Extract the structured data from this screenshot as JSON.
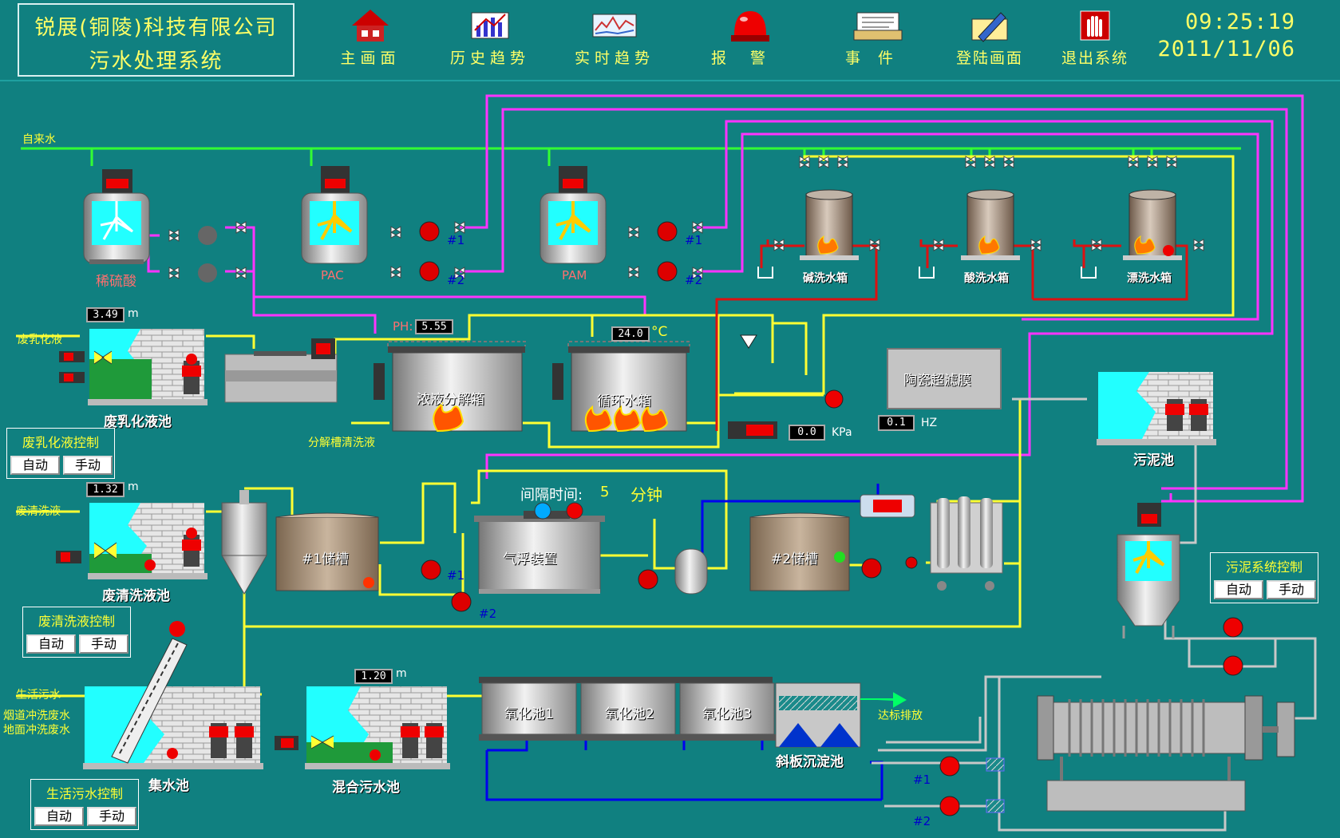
{
  "header": {
    "company": "锐展(铜陵)科技有限公司",
    "system": "污水处理系统",
    "nav": [
      {
        "label": "主画面",
        "icon": "house-icon"
      },
      {
        "label": "历史趋势",
        "icon": "history-chart-icon"
      },
      {
        "label": "实时趋势",
        "icon": "realtime-chart-icon"
      },
      {
        "label": "报警",
        "icon": "alarm-light-icon"
      },
      {
        "label": "事件",
        "icon": "printer-icon"
      },
      {
        "label": "登陆画面",
        "icon": "login-pen-icon"
      },
      {
        "label": "退出系统",
        "icon": "stop-hand-icon"
      }
    ],
    "time": "09:25:19",
    "date": "2011/11/06"
  },
  "lines": {
    "tap_water": "自来水",
    "waste_emulsion": "废乳化液",
    "waste_rinse": "废清洗液",
    "domestic_sewage": "生活污水",
    "flue_wash": "烟道冲洗废水",
    "floor_wash": "地面冲洗废水",
    "tank_rinse": "分解槽清洗液",
    "discharge": "达标排放"
  },
  "dosing": {
    "acid": "稀硫酸",
    "pac": "PAC",
    "pam": "PAM",
    "pump1": "#1",
    "pump2": "#2"
  },
  "wash_tanks": {
    "alkali": "碱洗水箱",
    "acid": "酸洗水箱",
    "rinse": "漂洗水箱"
  },
  "process": {
    "emulsion_pool": "废乳化液池",
    "decompose_tank": "浓液分解箱",
    "circ_tank": "循环水箱",
    "membrane": "陶瓷超滤膜",
    "sludge_pool": "污泥池",
    "rinse_pool": "废清洗液池",
    "storage1": "#1储槽",
    "float_unit": "气浮装置",
    "storage2": "#2储槽",
    "collect_pool": "集水池",
    "mixed_pool": "混合污水池",
    "ox1": "氧化池1",
    "ox2": "氧化池2",
    "ox3": "氧化池3",
    "settler": "斜板沉淀池",
    "interval_label": "间隔时间:",
    "interval_value": "5",
    "interval_unit": "分钟"
  },
  "readings": {
    "emulsion_level": "3.49",
    "rinse_level": "1.32",
    "mixed_level": "1.20",
    "level_unit": "m",
    "ph_label": "PH:",
    "ph_value": "5.55",
    "temp_value": "24.0",
    "temp_unit": "°C",
    "pressure_value": "0.0",
    "pressure_unit": "KPa",
    "freq_value": "0.1",
    "freq_unit": "HZ"
  },
  "controls": {
    "emulsion": {
      "title": "废乳化液控制",
      "auto": "自动",
      "manual": "手动"
    },
    "rinse": {
      "title": "废清洗液控制",
      "auto": "自动",
      "manual": "手动"
    },
    "domestic": {
      "title": "生活污水控制",
      "auto": "自动",
      "manual": "手动"
    },
    "sludge": {
      "title": "污泥系统控制",
      "auto": "自动",
      "manual": "手动"
    }
  },
  "colors": {
    "background": "#108080",
    "pipe_water": "#33ff33",
    "pipe_yellow": "#ffff33",
    "pipe_magenta": "#ff33ff",
    "pipe_red": "#dd1111",
    "pipe_blue": "#0000ee",
    "pipe_gray": "#c8c8c8"
  }
}
